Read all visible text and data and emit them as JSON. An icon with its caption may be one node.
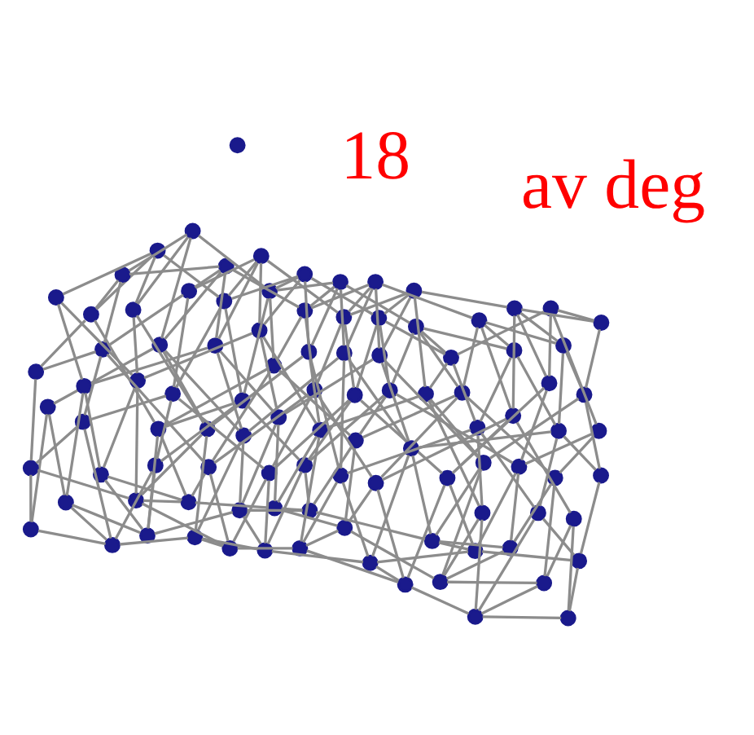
{
  "diagram": {
    "nodes": [
      {
        "text": [],
        "shape": "circle"
      },
      {
        "text": [],
        "shape": "circle"
      },
      {
        "text": [],
        "shape": "circle"
      },
      {
        "text": [],
        "shape": "circle"
      },
      {
        "text": [],
        "shape": "circle"
      },
      {
        "text": [],
        "shape": "circle"
      },
      {
        "text": [],
        "shape": "circle"
      },
      {
        "text": [],
        "shape": "circle"
      },
      {
        "text": [],
        "shape": "circle"
      },
      {
        "text": [],
        "shape": "circle"
      },
      {
        "text": [],
        "shape": "circle"
      },
      {
        "text": [],
        "shape": "circle"
      },
      {
        "text": [],
        "shape": "circle"
      },
      {
        "text": [],
        "shape": "circle"
      },
      {
        "text": [],
        "shape": "circle"
      },
      {
        "text": [],
        "shape": "circle"
      },
      {
        "text": [],
        "shape": "circle"
      },
      {
        "text": [],
        "shape": "circle"
      },
      {
        "text": [],
        "shape": "circle"
      },
      {
        "text": [],
        "shape": "circle"
      },
      {
        "text": [],
        "shape": "circle"
      },
      {
        "text": [],
        "shape": "circle"
      },
      {
        "text": [],
        "shape": "circle"
      },
      {
        "text": [],
        "shape": "circle"
      },
      {
        "text": [],
        "shape": "circle"
      },
      {
        "text": [],
        "shape": "circle"
      },
      {
        "text": [],
        "shape": "circle"
      },
      {
        "text": [],
        "shape": "circle"
      },
      {
        "text": [],
        "shape": "circle"
      },
      {
        "text": [],
        "shape": "circle"
      },
      {
        "text": [],
        "shape": "circle"
      },
      {
        "text": [],
        "shape": "circle"
      },
      {
        "text": [],
        "shape": "circle"
      },
      {
        "text": [],
        "shape": "circle"
      },
      {
        "text": [],
        "shape": "circle"
      },
      {
        "text": [],
        "shape": "circle"
      },
      {
        "text": [],
        "shape": "circle"
      },
      {
        "text": [],
        "shape": "circle"
      },
      {
        "text": [],
        "shape": "circle"
      },
      {
        "text": [],
        "shape": "circle"
      },
      {
        "text": [],
        "shape": "circle"
      },
      {
        "text": [],
        "shape": "circle"
      },
      {
        "text": [],
        "shape": "circle"
      },
      {
        "text": [],
        "shape": "circle"
      },
      {
        "text": [],
        "shape": "circle"
      },
      {
        "text": [],
        "shape": "circle"
      },
      {
        "text": [],
        "shape": "circle"
      },
      {
        "text": [],
        "shape": "circle"
      },
      {
        "text": [],
        "shape": "circle"
      },
      {
        "text": [],
        "shape": "circle"
      },
      {
        "text": [],
        "shape": "circle"
      },
      {
        "text": [],
        "shape": "circle"
      },
      {
        "text": [],
        "shape": "circle"
      },
      {
        "text": [],
        "shape": "circle"
      },
      {
        "text": [],
        "shape": "circle"
      },
      {
        "text": [],
        "shape": "circle"
      },
      {
        "text": [],
        "shape": "circle"
      },
      {
        "text": [],
        "shape": "circle"
      },
      {
        "text": [],
        "shape": "circle"
      },
      {
        "text": [],
        "shape": "circle"
      },
      {
        "text": [],
        "shape": "circle"
      },
      {
        "text": [],
        "shape": "circle"
      },
      {
        "text": [],
        "shape": "circle"
      },
      {
        "text": [],
        "shape": "circle"
      },
      {
        "text": [],
        "shape": "circle"
      },
      {
        "text": [],
        "shape": "circle"
      },
      {
        "text": [],
        "shape": "circle"
      },
      {
        "text": [],
        "shape": "circle"
      },
      {
        "text": [],
        "shape": "circle"
      },
      {
        "text": [],
        "shape": "circle"
      },
      {
        "text": [],
        "shape": "circle"
      },
      {
        "text": [],
        "shape": "circle"
      },
      {
        "text": [],
        "shape": "circle"
      },
      {
        "text": [],
        "shape": "circle"
      },
      {
        "text": [],
        "shape": "circle"
      },
      {
        "text": [],
        "shape": "circle"
      },
      {
        "text": [],
        "shape": "circle"
      },
      {
        "text": [],
        "shape": "circle"
      },
      {
        "text": [],
        "shape": "circle"
      },
      {
        "text": [],
        "shape": "circle"
      },
      {
        "text": [],
        "shape": "circle"
      },
      {
        "text": [],
        "shape": "circle"
      },
      {
        "text": [],
        "shape": "circle"
      },
      {
        "text": [],
        "shape": "circle"
      },
      {
        "text": [],
        "shape": "circle"
      },
      {
        "text": [],
        "shape": "circle"
      },
      {
        "text": [],
        "shape": "circle"
      },
      {
        "text": [],
        "shape": "circle"
      },
      {
        "text": [],
        "shape": "circle"
      },
      {
        "text": [],
        "shape": "circle"
      },
      {
        "text": [],
        "shape": "circle"
      },
      {
        "text": [],
        "shape": "circle"
      },
      {
        "text": [],
        "shape": "circle"
      },
      {
        "text": [],
        "shape": "circle"
      },
      {
        "text": [],
        "shape": "circle"
      },
      {
        "text": [],
        "shape": "circle"
      },
      {
        "text": [],
        "shape": "circle"
      },
      {
        "text": [],
        "shape": "circle"
      },
      {
        "text": [],
        "shape": "circle"
      },
      {
        "text": [],
        "shape": "circle"
      }
    ],
    "edges": [
      {
        "from": 0,
        "to": 1,
        "arrow": "none"
      },
      {
        "from": 1,
        "to": 2,
        "arrow": "none"
      },
      {
        "from": 2,
        "to": 3,
        "arrow": "none"
      },
      {
        "from": 3,
        "to": 4,
        "arrow": "none"
      },
      {
        "from": 4,
        "to": 6,
        "arrow": "none"
      },
      {
        "from": 6,
        "to": 7,
        "arrow": "none"
      },
      {
        "from": 7,
        "to": 8,
        "arrow": "none"
      },
      {
        "from": 8,
        "to": 9,
        "arrow": "none"
      },
      {
        "from": 9,
        "to": 10,
        "arrow": "none"
      },
      {
        "from": 10,
        "to": 11,
        "arrow": "none"
      },
      {
        "from": 11,
        "to": 12,
        "arrow": "none"
      },
      {
        "from": 12,
        "to": 13,
        "arrow": "none"
      },
      {
        "from": 13,
        "to": 14,
        "arrow": "none"
      },
      {
        "from": 14,
        "to": 15,
        "arrow": "none"
      },
      {
        "from": 15,
        "to": 16,
        "arrow": "none"
      },
      {
        "from": 16,
        "to": 17,
        "arrow": "none"
      },
      {
        "from": 17,
        "to": 18,
        "arrow": "none"
      },
      {
        "from": 18,
        "to": 19,
        "arrow": "none"
      },
      {
        "from": 19,
        "to": 20,
        "arrow": "none"
      },
      {
        "from": 20,
        "to": 21,
        "arrow": "none"
      },
      {
        "from": 21,
        "to": 22,
        "arrow": "none"
      },
      {
        "from": 22,
        "to": 23,
        "arrow": "none"
      },
      {
        "from": 23,
        "to": 24,
        "arrow": "none"
      },
      {
        "from": 24,
        "to": 25,
        "arrow": "none"
      },
      {
        "from": 25,
        "to": 26,
        "arrow": "none"
      },
      {
        "from": 26,
        "to": 27,
        "arrow": "none"
      },
      {
        "from": 27,
        "to": 28,
        "arrow": "none"
      },
      {
        "from": 28,
        "to": 29,
        "arrow": "none"
      },
      {
        "from": 29,
        "to": 30,
        "arrow": "none"
      },
      {
        "from": 30,
        "to": 31,
        "arrow": "none"
      },
      {
        "from": 31,
        "to": 32,
        "arrow": "none"
      },
      {
        "from": 32,
        "to": 33,
        "arrow": "none"
      },
      {
        "from": 33,
        "to": 34,
        "arrow": "none"
      },
      {
        "from": 34,
        "to": 35,
        "arrow": "none"
      },
      {
        "from": 35,
        "to": 36,
        "arrow": "none"
      },
      {
        "from": 36,
        "to": 37,
        "arrow": "none"
      },
      {
        "from": 37,
        "to": 38,
        "arrow": "none"
      },
      {
        "from": 38,
        "to": 39,
        "arrow": "none"
      },
      {
        "from": 39,
        "to": 40,
        "arrow": "none"
      },
      {
        "from": 40,
        "to": 41,
        "arrow": "none"
      },
      {
        "from": 41,
        "to": 42,
        "arrow": "none"
      },
      {
        "from": 42,
        "to": 43,
        "arrow": "none"
      },
      {
        "from": 43,
        "to": 44,
        "arrow": "none"
      },
      {
        "from": 44,
        "to": 45,
        "arrow": "none"
      },
      {
        "from": 45,
        "to": 46,
        "arrow": "none"
      },
      {
        "from": 46,
        "to": 47,
        "arrow": "none"
      },
      {
        "from": 47,
        "to": 48,
        "arrow": "none"
      },
      {
        "from": 48,
        "to": 49,
        "arrow": "none"
      },
      {
        "from": 49,
        "to": 50,
        "arrow": "none"
      },
      {
        "from": 50,
        "to": 51,
        "arrow": "none"
      },
      {
        "from": 51,
        "to": 52,
        "arrow": "none"
      },
      {
        "from": 52,
        "to": 53,
        "arrow": "none"
      },
      {
        "from": 53,
        "to": 54,
        "arrow": "none"
      },
      {
        "from": 54,
        "to": 55,
        "arrow": "none"
      },
      {
        "from": 55,
        "to": 56,
        "arrow": "none"
      },
      {
        "from": 56,
        "to": 57,
        "arrow": "none"
      },
      {
        "from": 57,
        "to": 58,
        "arrow": "none"
      },
      {
        "from": 58,
        "to": 59,
        "arrow": "none"
      },
      {
        "from": 59,
        "to": 60,
        "arrow": "none"
      },
      {
        "from": 60,
        "to": 61,
        "arrow": "none"
      },
      {
        "from": 61,
        "to": 62,
        "arrow": "none"
      },
      {
        "from": 62,
        "to": 63,
        "arrow": "none"
      },
      {
        "from": 63,
        "to": 64,
        "arrow": "none"
      },
      {
        "from": 64,
        "to": 65,
        "arrow": "none"
      },
      {
        "from": 65,
        "to": 66,
        "arrow": "none"
      },
      {
        "from": 66,
        "to": 67,
        "arrow": "none"
      },
      {
        "from": 67,
        "to": 68,
        "arrow": "none"
      },
      {
        "from": 68,
        "to": 69,
        "arrow": "none"
      },
      {
        "from": 69,
        "to": 70,
        "arrow": "none"
      },
      {
        "from": 70,
        "to": 71,
        "arrow": "none"
      },
      {
        "from": 71,
        "to": 72,
        "arrow": "none"
      },
      {
        "from": 72,
        "to": 73,
        "arrow": "none"
      },
      {
        "from": 73,
        "to": 74,
        "arrow": "none"
      },
      {
        "from": 74,
        "to": 75,
        "arrow": "none"
      },
      {
        "from": 75,
        "to": 76,
        "arrow": "none"
      },
      {
        "from": 76,
        "to": 77,
        "arrow": "none"
      },
      {
        "from": 77,
        "to": 78,
        "arrow": "none"
      },
      {
        "from": 78,
        "to": 79,
        "arrow": "none"
      },
      {
        "from": 79,
        "to": 80,
        "arrow": "none"
      },
      {
        "from": 80,
        "to": 81,
        "arrow": "none"
      },
      {
        "from": 81,
        "to": 82,
        "arrow": "none"
      },
      {
        "from": 82,
        "to": 83,
        "arrow": "none"
      },
      {
        "from": 83,
        "to": 84,
        "arrow": "none"
      },
      {
        "from": 84,
        "to": 85,
        "arrow": "none"
      },
      {
        "from": 85,
        "to": 86,
        "arrow": "none"
      },
      {
        "from": 86,
        "to": 87,
        "arrow": "none"
      },
      {
        "from": 87,
        "to": 88,
        "arrow": "none"
      },
      {
        "from": 88,
        "to": 89,
        "arrow": "none"
      },
      {
        "from": 89,
        "to": 90,
        "arrow": "none"
      },
      {
        "from": 90,
        "to": 91,
        "arrow": "none"
      },
      {
        "from": 91,
        "to": 92,
        "arrow": "none"
      },
      {
        "from": 92,
        "to": 93,
        "arrow": "none"
      },
      {
        "from": 93,
        "to": 94,
        "arrow": "none"
      },
      {
        "from": 94,
        "to": 95,
        "arrow": "none"
      },
      {
        "from": 95,
        "to": 96,
        "arrow": "none"
      },
      {
        "from": 96,
        "to": 97,
        "arrow": "none"
      },
      {
        "from": 97,
        "to": 98,
        "arrow": "none"
      },
      {
        "from": 98,
        "to": 99,
        "arrow": "none"
      },
      {
        "from": 0,
        "to": 9,
        "arrow": "none"
      },
      {
        "from": 1,
        "to": 10,
        "arrow": "none"
      },
      {
        "from": 2,
        "to": 11,
        "arrow": "none"
      },
      {
        "from": 3,
        "to": 12,
        "arrow": "none"
      },
      {
        "from": 4,
        "to": 13,
        "arrow": "none"
      },
      {
        "from": 6,
        "to": 15,
        "arrow": "none"
      },
      {
        "from": 7,
        "to": 16,
        "arrow": "none"
      },
      {
        "from": 8,
        "to": 17,
        "arrow": "none"
      },
      {
        "from": 9,
        "to": 18,
        "arrow": "none"
      },
      {
        "from": 10,
        "to": 19,
        "arrow": "none"
      },
      {
        "from": 11,
        "to": 20,
        "arrow": "none"
      },
      {
        "from": 12,
        "to": 21,
        "arrow": "none"
      },
      {
        "from": 13,
        "to": 22,
        "arrow": "none"
      },
      {
        "from": 14,
        "to": 23,
        "arrow": "none"
      },
      {
        "from": 15,
        "to": 24,
        "arrow": "none"
      },
      {
        "from": 16,
        "to": 25,
        "arrow": "none"
      },
      {
        "from": 17,
        "to": 26,
        "arrow": "none"
      },
      {
        "from": 18,
        "to": 27,
        "arrow": "none"
      },
      {
        "from": 19,
        "to": 28,
        "arrow": "none"
      },
      {
        "from": 20,
        "to": 29,
        "arrow": "none"
      },
      {
        "from": 21,
        "to": 30,
        "arrow": "none"
      },
      {
        "from": 22,
        "to": 31,
        "arrow": "none"
      },
      {
        "from": 23,
        "to": 32,
        "arrow": "none"
      },
      {
        "from": 24,
        "to": 33,
        "arrow": "none"
      },
      {
        "from": 25,
        "to": 34,
        "arrow": "none"
      },
      {
        "from": 26,
        "to": 35,
        "arrow": "none"
      },
      {
        "from": 27,
        "to": 36,
        "arrow": "none"
      },
      {
        "from": 28,
        "to": 37,
        "arrow": "none"
      },
      {
        "from": 29,
        "to": 38,
        "arrow": "none"
      },
      {
        "from": 30,
        "to": 39,
        "arrow": "none"
      },
      {
        "from": 31,
        "to": 40,
        "arrow": "none"
      },
      {
        "from": 32,
        "to": 41,
        "arrow": "none"
      },
      {
        "from": 33,
        "to": 42,
        "arrow": "none"
      },
      {
        "from": 34,
        "to": 43,
        "arrow": "none"
      },
      {
        "from": 35,
        "to": 44,
        "arrow": "none"
      },
      {
        "from": 36,
        "to": 45,
        "arrow": "none"
      },
      {
        "from": 37,
        "to": 46,
        "arrow": "none"
      },
      {
        "from": 38,
        "to": 47,
        "arrow": "none"
      },
      {
        "from": 39,
        "to": 48,
        "arrow": "none"
      },
      {
        "from": 40,
        "to": 49,
        "arrow": "none"
      },
      {
        "from": 41,
        "to": 50,
        "arrow": "none"
      },
      {
        "from": 42,
        "to": 51,
        "arrow": "none"
      },
      {
        "from": 43,
        "to": 52,
        "arrow": "none"
      },
      {
        "from": 44,
        "to": 53,
        "arrow": "none"
      },
      {
        "from": 45,
        "to": 54,
        "arrow": "none"
      },
      {
        "from": 46,
        "to": 55,
        "arrow": "none"
      },
      {
        "from": 47,
        "to": 56,
        "arrow": "none"
      },
      {
        "from": 48,
        "to": 57,
        "arrow": "none"
      },
      {
        "from": 49,
        "to": 58,
        "arrow": "none"
      },
      {
        "from": 50,
        "to": 59,
        "arrow": "none"
      },
      {
        "from": 51,
        "to": 60,
        "arrow": "none"
      },
      {
        "from": 52,
        "to": 61,
        "arrow": "none"
      },
      {
        "from": 53,
        "to": 62,
        "arrow": "none"
      },
      {
        "from": 54,
        "to": 63,
        "arrow": "none"
      },
      {
        "from": 55,
        "to": 64,
        "arrow": "none"
      },
      {
        "from": 56,
        "to": 65,
        "arrow": "none"
      },
      {
        "from": 57,
        "to": 66,
        "arrow": "none"
      },
      {
        "from": 58,
        "to": 67,
        "arrow": "none"
      },
      {
        "from": 59,
        "to": 68,
        "arrow": "none"
      },
      {
        "from": 60,
        "to": 69,
        "arrow": "none"
      },
      {
        "from": 61,
        "to": 70,
        "arrow": "none"
      },
      {
        "from": 62,
        "to": 71,
        "arrow": "none"
      },
      {
        "from": 63,
        "to": 72,
        "arrow": "none"
      },
      {
        "from": 64,
        "to": 73,
        "arrow": "none"
      },
      {
        "from": 65,
        "to": 74,
        "arrow": "none"
      },
      {
        "from": 66,
        "to": 75,
        "arrow": "none"
      },
      {
        "from": 67,
        "to": 76,
        "arrow": "none"
      },
      {
        "from": 68,
        "to": 77,
        "arrow": "none"
      },
      {
        "from": 69,
        "to": 78,
        "arrow": "none"
      },
      {
        "from": 70,
        "to": 79,
        "arrow": "none"
      },
      {
        "from": 71,
        "to": 80,
        "arrow": "none"
      },
      {
        "from": 72,
        "to": 81,
        "arrow": "none"
      },
      {
        "from": 73,
        "to": 82,
        "arrow": "none"
      },
      {
        "from": 74,
        "to": 83,
        "arrow": "none"
      },
      {
        "from": 75,
        "to": 84,
        "arrow": "none"
      },
      {
        "from": 76,
        "to": 85,
        "arrow": "none"
      },
      {
        "from": 77,
        "to": 86,
        "arrow": "none"
      },
      {
        "from": 78,
        "to": 87,
        "arrow": "none"
      },
      {
        "from": 79,
        "to": 88,
        "arrow": "none"
      },
      {
        "from": 80,
        "to": 89,
        "arrow": "none"
      },
      {
        "from": 81,
        "to": 90,
        "arrow": "none"
      },
      {
        "from": 82,
        "to": 91,
        "arrow": "none"
      },
      {
        "from": 83,
        "to": 92,
        "arrow": "none"
      },
      {
        "from": 84,
        "to": 93,
        "arrow": "none"
      },
      {
        "from": 85,
        "to": 94,
        "arrow": "none"
      },
      {
        "from": 86,
        "to": 95,
        "arrow": "none"
      },
      {
        "from": 87,
        "to": 96,
        "arrow": "none"
      },
      {
        "from": 88,
        "to": 97,
        "arrow": "none"
      },
      {
        "from": 89,
        "to": 98,
        "arrow": "none"
      },
      {
        "from": 90,
        "to": 99,
        "arrow": "none"
      },
      {
        "from": 0,
        "to": 23,
        "arrow": "none"
      },
      {
        "from": 2,
        "to": 25,
        "arrow": "none"
      },
      {
        "from": 4,
        "to": 27,
        "arrow": "none"
      },
      {
        "from": 6,
        "to": 29,
        "arrow": "none"
      },
      {
        "from": 8,
        "to": 31,
        "arrow": "none"
      },
      {
        "from": 10,
        "to": 33,
        "arrow": "none"
      },
      {
        "from": 12,
        "to": 35,
        "arrow": "none"
      },
      {
        "from": 14,
        "to": 37,
        "arrow": "none"
      },
      {
        "from": 16,
        "to": 39,
        "arrow": "none"
      },
      {
        "from": 18,
        "to": 41,
        "arrow": "none"
      },
      {
        "from": 20,
        "to": 43,
        "arrow": "none"
      },
      {
        "from": 22,
        "to": 45,
        "arrow": "none"
      },
      {
        "from": 24,
        "to": 47,
        "arrow": "none"
      },
      {
        "from": 26,
        "to": 49,
        "arrow": "none"
      },
      {
        "from": 28,
        "to": 51,
        "arrow": "none"
      },
      {
        "from": 30,
        "to": 53,
        "arrow": "none"
      },
      {
        "from": 32,
        "to": 55,
        "arrow": "none"
      },
      {
        "from": 34,
        "to": 57,
        "arrow": "none"
      },
      {
        "from": 36,
        "to": 59,
        "arrow": "none"
      },
      {
        "from": 38,
        "to": 61,
        "arrow": "none"
      },
      {
        "from": 40,
        "to": 63,
        "arrow": "none"
      },
      {
        "from": 42,
        "to": 65,
        "arrow": "none"
      },
      {
        "from": 44,
        "to": 67,
        "arrow": "none"
      },
      {
        "from": 46,
        "to": 69,
        "arrow": "none"
      },
      {
        "from": 48,
        "to": 71,
        "arrow": "none"
      },
      {
        "from": 50,
        "to": 73,
        "arrow": "none"
      },
      {
        "from": 52,
        "to": 75,
        "arrow": "none"
      },
      {
        "from": 54,
        "to": 77,
        "arrow": "none"
      },
      {
        "from": 56,
        "to": 79,
        "arrow": "none"
      },
      {
        "from": 58,
        "to": 81,
        "arrow": "none"
      },
      {
        "from": 60,
        "to": 83,
        "arrow": "none"
      },
      {
        "from": 62,
        "to": 85,
        "arrow": "none"
      },
      {
        "from": 64,
        "to": 87,
        "arrow": "none"
      },
      {
        "from": 66,
        "to": 89,
        "arrow": "none"
      },
      {
        "from": 68,
        "to": 91,
        "arrow": "none"
      },
      {
        "from": 70,
        "to": 93,
        "arrow": "none"
      },
      {
        "from": 72,
        "to": 95,
        "arrow": "none"
      },
      {
        "from": 74,
        "to": 97,
        "arrow": "none"
      },
      {
        "from": 76,
        "to": 99,
        "arrow": "none"
      }
    ],
    "labels": [
      "18",
      "av deg"
    ]
  }
}
